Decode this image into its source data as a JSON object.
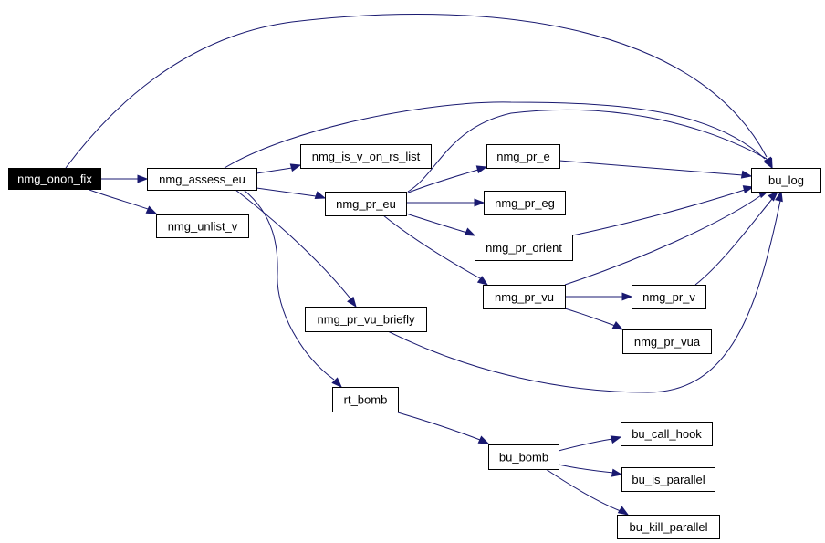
{
  "colors": {
    "edge": "#191970",
    "root_fill": "#000000",
    "root_text": "#ffffff",
    "node_fill": "#ffffff",
    "node_text": "#000000",
    "node_border": "#000000",
    "truncated_border": "#ff0000"
  },
  "nodes": {
    "nmg_onon_fix": {
      "label": "nmg_onon_fix",
      "root": true
    },
    "nmg_assess_eu": {
      "label": "nmg_assess_eu"
    },
    "nmg_unlist_v": {
      "label": "nmg_unlist_v"
    },
    "nmg_is_v_on_rs_list": {
      "label": "nmg_is_v_on_rs_list"
    },
    "nmg_pr_eu": {
      "label": "nmg_pr_eu"
    },
    "nmg_pr_vu_briefly": {
      "label": "nmg_pr_vu_briefly"
    },
    "rt_bomb": {
      "label": "rt_bomb"
    },
    "nmg_pr_e": {
      "label": "nmg_pr_e"
    },
    "nmg_pr_eg": {
      "label": "nmg_pr_eg"
    },
    "nmg_pr_orient": {
      "label": "nmg_pr_orient"
    },
    "nmg_pr_vu": {
      "label": "nmg_pr_vu"
    },
    "bu_log": {
      "label": "bu_log"
    },
    "nmg_pr_v": {
      "label": "nmg_pr_v",
      "truncated": true
    },
    "nmg_pr_vua": {
      "label": "nmg_pr_vua"
    },
    "bu_bomb": {
      "label": "bu_bomb"
    },
    "bu_call_hook": {
      "label": "bu_call_hook"
    },
    "bu_is_parallel": {
      "label": "bu_is_parallel"
    },
    "bu_kill_parallel": {
      "label": "bu_kill_parallel",
      "truncated": true
    }
  },
  "edges": [
    {
      "from": "nmg_onon_fix",
      "to": "nmg_assess_eu"
    },
    {
      "from": "nmg_onon_fix",
      "to": "nmg_unlist_v"
    },
    {
      "from": "nmg_onon_fix",
      "to": "bu_log"
    },
    {
      "from": "nmg_assess_eu",
      "to": "bu_log"
    },
    {
      "from": "nmg_assess_eu",
      "to": "nmg_is_v_on_rs_list"
    },
    {
      "from": "nmg_assess_eu",
      "to": "nmg_pr_eu"
    },
    {
      "from": "nmg_assess_eu",
      "to": "nmg_pr_vu_briefly"
    },
    {
      "from": "nmg_assess_eu",
      "to": "rt_bomb"
    },
    {
      "from": "nmg_pr_eu",
      "to": "nmg_pr_e"
    },
    {
      "from": "nmg_pr_eu",
      "to": "nmg_pr_eg"
    },
    {
      "from": "nmg_pr_eu",
      "to": "nmg_pr_orient"
    },
    {
      "from": "nmg_pr_eu",
      "to": "nmg_pr_vu"
    },
    {
      "from": "nmg_pr_eu",
      "to": "bu_log"
    },
    {
      "from": "nmg_pr_e",
      "to": "bu_log"
    },
    {
      "from": "nmg_pr_orient",
      "to": "bu_log"
    },
    {
      "from": "nmg_pr_vu",
      "to": "bu_log"
    },
    {
      "from": "nmg_pr_vu",
      "to": "nmg_pr_v"
    },
    {
      "from": "nmg_pr_vu",
      "to": "nmg_pr_vua"
    },
    {
      "from": "nmg_pr_v",
      "to": "bu_log"
    },
    {
      "from": "nmg_pr_vu_briefly",
      "to": "bu_log"
    },
    {
      "from": "rt_bomb",
      "to": "bu_bomb"
    },
    {
      "from": "bu_bomb",
      "to": "bu_call_hook"
    },
    {
      "from": "bu_bomb",
      "to": "bu_is_parallel"
    },
    {
      "from": "bu_bomb",
      "to": "bu_kill_parallel"
    }
  ]
}
